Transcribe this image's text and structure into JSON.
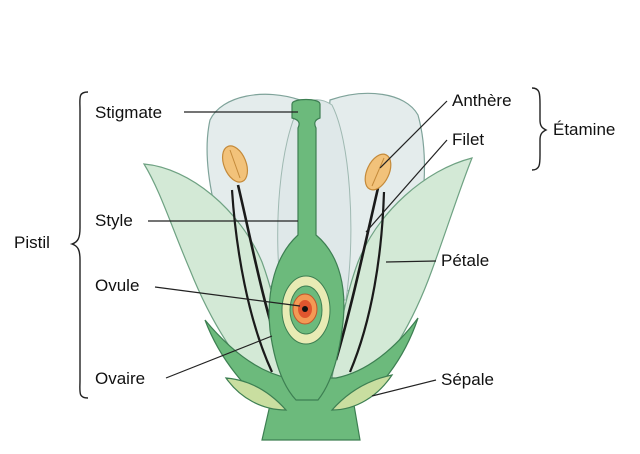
{
  "labels": {
    "stigmate": "Stigmate",
    "style": "Style",
    "ovule": "Ovule",
    "ovaire": "Ovaire",
    "pistil": "Pistil",
    "anthere": "Anthère",
    "filet": "Filet",
    "etamine": "Étamine",
    "petale": "Pétale",
    "sepale": "Sépale"
  },
  "colors": {
    "petal_fill": "#e4ecec",
    "petal_stroke": "#7fa39a",
    "outer_petal": "#d3e9d6",
    "green": "#6cba7c",
    "green_dark": "#3d7f52",
    "sepal": "#c9dea0",
    "anther": "#f2c27a",
    "ovule_red": "#e0552e",
    "ovule_orange": "#f39a55",
    "ovary_inner": "#e8ebb4"
  }
}
